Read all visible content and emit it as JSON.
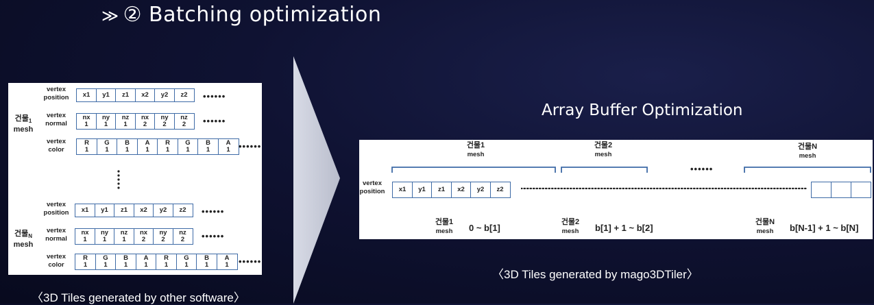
{
  "title": "② Batching optimization",
  "left_panel": {
    "mesh1_label": "건물",
    "mesh1_sub": "1",
    "meshN_label": "건물",
    "meshN_sub": "N",
    "mesh_word": "mesh",
    "row_labels": {
      "position": [
        "vertex",
        "position"
      ],
      "normal": [
        "vertex",
        "normal"
      ],
      "color": [
        "vertex",
        "color"
      ]
    },
    "position_cells": [
      "x1",
      "y1",
      "z1",
      "x2",
      "y2",
      "z2"
    ],
    "normal_cells": [
      [
        "nx",
        "1"
      ],
      [
        "ny",
        "1"
      ],
      [
        "nz",
        "1"
      ],
      [
        "nx",
        "2"
      ],
      [
        "ny",
        "2"
      ],
      [
        "nz",
        "2"
      ]
    ],
    "color_cells": [
      [
        "R",
        "1"
      ],
      [
        "G",
        "1"
      ],
      [
        "B",
        "1"
      ],
      [
        "A",
        "1"
      ],
      [
        "R",
        "1"
      ],
      [
        "G",
        "1"
      ],
      [
        "B",
        "1"
      ],
      [
        "A",
        "1"
      ]
    ],
    "ellipsis": "••••••"
  },
  "left_caption": "〈3D Tiles generated by other software〉",
  "right_title": "Array Buffer Optimization",
  "right_panel": {
    "group1": [
      "건물1",
      "mesh"
    ],
    "group2": [
      "건물2",
      "mesh"
    ],
    "groupN": [
      "건물N",
      "mesh"
    ],
    "between_dots": "••••••",
    "row_label": [
      "vertex",
      "position"
    ],
    "cells": [
      "x1",
      "y1",
      "z1",
      "x2",
      "y2",
      "z2"
    ],
    "ranges": [
      {
        "name": "건물1",
        "sub": "mesh",
        "range": "0 ~ b[1]"
      },
      {
        "name": "건물2",
        "sub": "mesh",
        "range": "b[1] + 1 ~ b[2]"
      },
      {
        "name": "건물N",
        "sub": "mesh",
        "range": "b[N-1] + 1 ~ b[N]"
      }
    ]
  },
  "right_caption": "〈3D Tiles generated by mago3DTiler〉",
  "colors": {
    "cell_border": "#3d6aa6",
    "bracket": "#3d6aa6"
  }
}
